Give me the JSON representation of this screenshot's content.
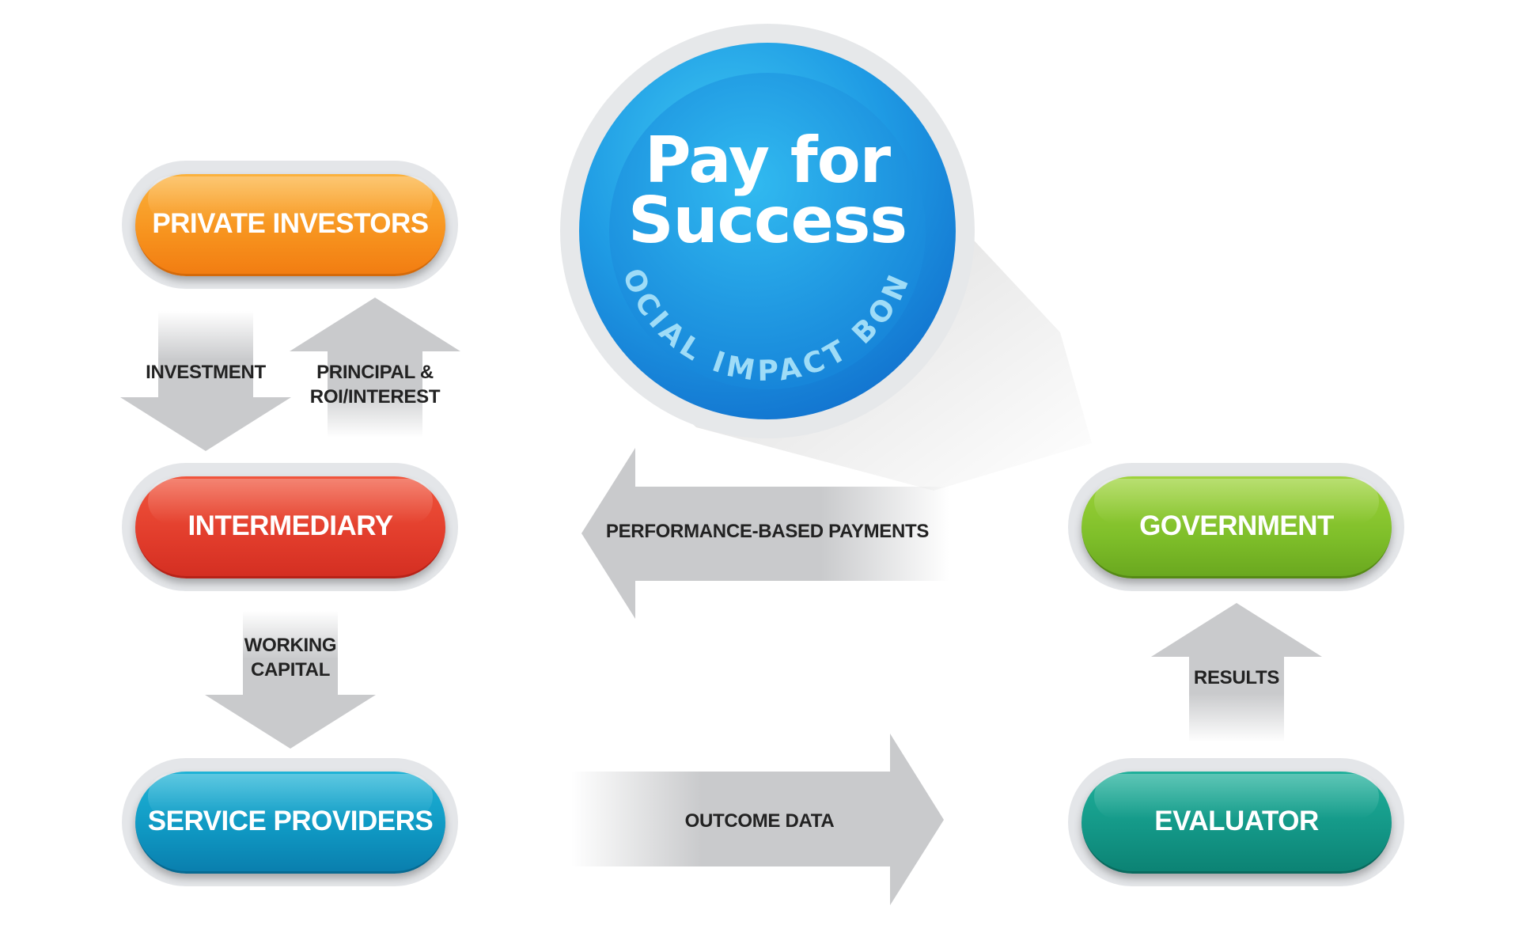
{
  "center": {
    "title_line1": "Pay for",
    "title_line2": "Success",
    "arc_text": "SOCIAL IMPACT BOND"
  },
  "nodes": {
    "private_investors": "PRIVATE INVESTORS",
    "intermediary": "INTERMEDIARY",
    "service_providers": "SERVICE PROVIDERS",
    "government": "GOVERNMENT",
    "evaluator": "EVALUATOR"
  },
  "arrows": {
    "investment": "INVESTMENT",
    "principal_line1": "PRINCIPAL &",
    "principal_line2": "ROI/INTEREST",
    "working_capital_line1": "WORKING",
    "working_capital_line2": "CAPITAL",
    "performance_payments": "PERFORMANCE-BASED PAYMENTS",
    "outcome_data": "OUTCOME DATA",
    "results": "RESULTS"
  },
  "colors": {
    "private_investors": "#f7931e",
    "intermediary": "#e23d2c",
    "service_providers": "#0f97c2",
    "government": "#7fbf2a",
    "evaluator": "#139686",
    "center_circle": "#1f8fe0",
    "arrow_gray": "#c9cacc"
  }
}
